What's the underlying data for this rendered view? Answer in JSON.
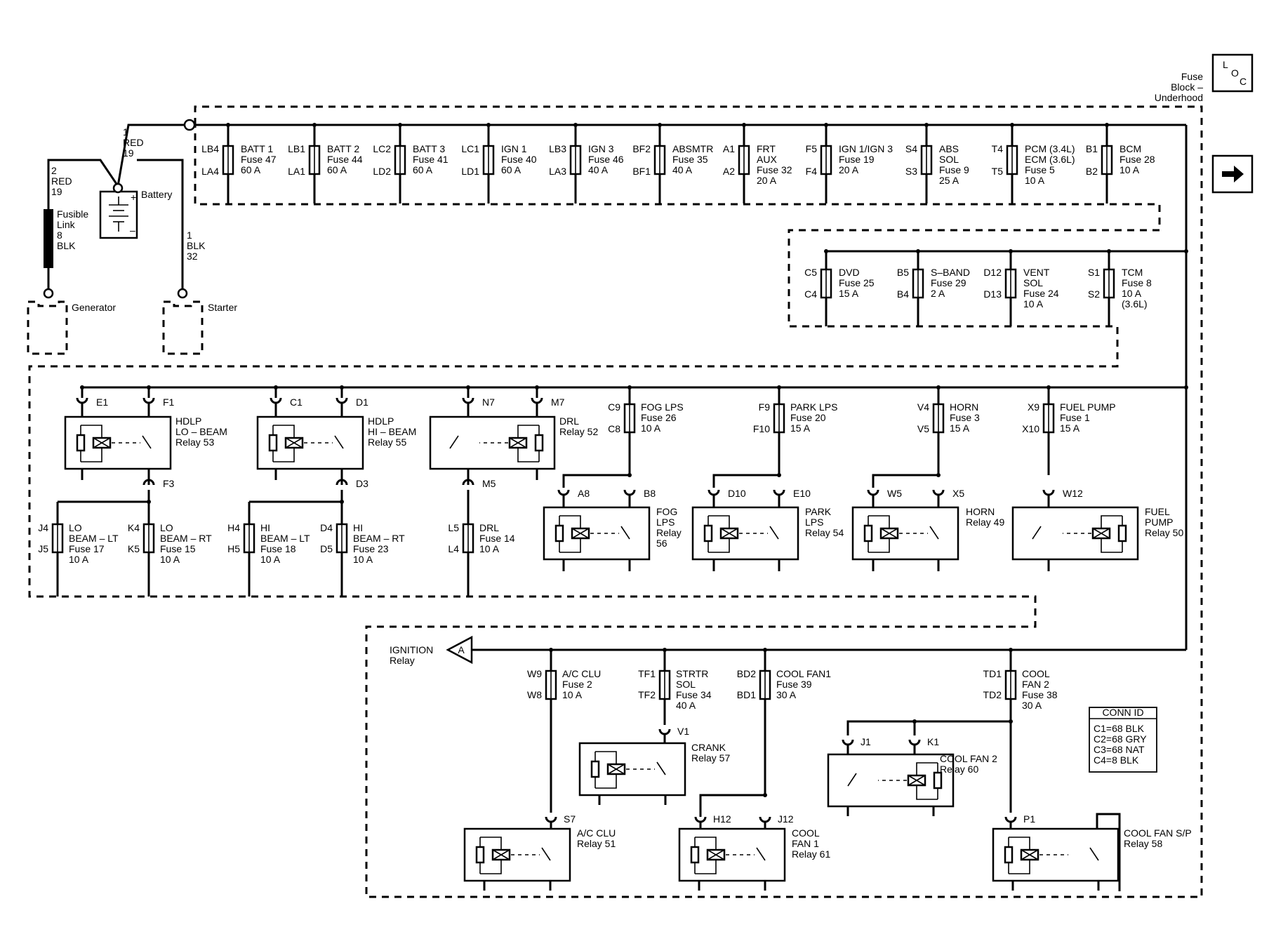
{
  "loc_icon": "location-icon",
  "loc_letters": [
    "L",
    "O",
    "C"
  ],
  "block_title": [
    "Fuse",
    "Block –",
    "Underhood"
  ],
  "arrow_icon": "right-arrow-icon",
  "battery": {
    "label": "Battery",
    "wire1": [
      "1",
      "RED",
      "19"
    ],
    "wire2": [
      "2",
      "RED",
      "19"
    ],
    "fusible": [
      "Fusible",
      "Link",
      "8",
      "BLK"
    ],
    "wire3": [
      "1",
      "BLK",
      "32"
    ]
  },
  "generator": "Generator",
  "starter": "Starter",
  "top_fuses": [
    {
      "pin_top": "LB4",
      "pin_bot": "LA4",
      "label": [
        "BATT 1",
        "Fuse 47",
        "60 A"
      ]
    },
    {
      "pin_top": "LB1",
      "pin_bot": "LA1",
      "label": [
        "BATT 2",
        "Fuse 44",
        "60 A"
      ]
    },
    {
      "pin_top": "LC2",
      "pin_bot": "LD2",
      "label": [
        "BATT 3",
        "Fuse 41",
        "60 A"
      ]
    },
    {
      "pin_top": "LC1",
      "pin_bot": "LD1",
      "label": [
        "IGN 1",
        "Fuse 40",
        "60 A"
      ]
    },
    {
      "pin_top": "LB3",
      "pin_bot": "LA3",
      "label": [
        "IGN 3",
        "Fuse 46",
        "40 A"
      ]
    },
    {
      "pin_top": "BF2",
      "pin_bot": "BF1",
      "label": [
        "ABSMTR",
        "Fuse 35",
        "40 A"
      ]
    },
    {
      "pin_top": "A1",
      "pin_bot": "A2",
      "label": [
        "FRT",
        "AUX",
        "Fuse 32",
        "20 A"
      ]
    },
    {
      "pin_top": "F5",
      "pin_bot": "F4",
      "label": [
        "IGN 1/IGN 3",
        "Fuse 19",
        "20 A"
      ]
    },
    {
      "pin_top": "S4",
      "pin_bot": "S3",
      "label": [
        "ABS",
        "SOL",
        "Fuse 9",
        "25 A"
      ]
    },
    {
      "pin_top": "T4",
      "pin_bot": "T5",
      "label": [
        "PCM (3.4L)",
        "ECM (3.6L)",
        "Fuse 5",
        "10 A"
      ]
    },
    {
      "pin_top": "B1",
      "pin_bot": "B2",
      "label": [
        "BCM",
        "Fuse 28",
        "10 A"
      ]
    }
  ],
  "mid_fuses": [
    {
      "pin_top": "C5",
      "pin_bot": "C4",
      "label": [
        "DVD",
        "Fuse 25",
        "15 A"
      ]
    },
    {
      "pin_top": "B5",
      "pin_bot": "B4",
      "label": [
        "S–BAND",
        "Fuse 29",
        "2 A"
      ]
    },
    {
      "pin_top": "D12",
      "pin_bot": "D13",
      "label": [
        "VENT",
        "SOL",
        "Fuse 24",
        "10 A"
      ]
    },
    {
      "pin_top": "S1",
      "pin_bot": "S2",
      "label": [
        "TCM",
        "Fuse 8",
        "10 A",
        "(3.6L)"
      ]
    }
  ],
  "r3_relays": [
    {
      "pins": [
        "E1",
        "F1",
        "F3"
      ],
      "label": [
        "HDLP",
        "LO – BEAM",
        "Relay 53"
      ]
    },
    {
      "pins": [
        "C1",
        "D1",
        "D3"
      ],
      "label": [
        "HDLP",
        "HI – BEAM",
        "Relay 55"
      ]
    },
    {
      "pins": [
        "N7",
        "M7",
        "M5"
      ],
      "label": [
        "DRL",
        "Relay 52"
      ]
    }
  ],
  "r3_fuses_top": [
    {
      "pin_top": "C9",
      "pin_bot": "C8",
      "label": [
        "FOG LPS",
        "Fuse 26",
        "10 A"
      ]
    },
    {
      "pin_top": "F9",
      "pin_bot": "F10",
      "label": [
        "PARK LPS",
        "Fuse 20",
        "15 A"
      ]
    },
    {
      "pin_top": "V4",
      "pin_bot": "V5",
      "label": [
        "HORN",
        "Fuse 3",
        "15 A"
      ]
    },
    {
      "pin_top": "X9",
      "pin_bot": "X10",
      "label": [
        "FUEL PUMP",
        "Fuse 1",
        "15 A"
      ]
    }
  ],
  "r3_fuses_bottom": [
    {
      "pin_top": "J4",
      "pin_bot": "J5",
      "label": [
        "LO",
        "BEAM – LT",
        "Fuse 17",
        "10 A"
      ]
    },
    {
      "pin_top": "K4",
      "pin_bot": "K5",
      "label": [
        "LO",
        "BEAM – RT",
        "Fuse 15",
        "10 A"
      ]
    },
    {
      "pin_top": "H4",
      "pin_bot": "H5",
      "label": [
        "HI",
        "BEAM – LT",
        "Fuse 18",
        "10 A"
      ]
    },
    {
      "pin_top": "D4",
      "pin_bot": "D5",
      "label": [
        "HI",
        "BEAM – RT",
        "Fuse 23",
        "10 A"
      ]
    },
    {
      "pin_top": "L5",
      "pin_bot": "L4",
      "label": [
        "DRL",
        "Fuse 14",
        "10 A"
      ]
    }
  ],
  "r3_relays_lower": [
    {
      "pins": [
        "A8",
        "B8"
      ],
      "label": [
        "FOG",
        "LPS",
        "Relay",
        "56"
      ]
    },
    {
      "pins": [
        "D10",
        "E10"
      ],
      "label": [
        "PARK",
        "LPS",
        "Relay 54"
      ]
    },
    {
      "pins": [
        "W5",
        "X5"
      ],
      "label": [
        "HORN",
        "Relay 49"
      ]
    },
    {
      "pins": [
        "W12"
      ],
      "label": [
        "FUEL",
        "PUMP",
        "Relay 50"
      ]
    }
  ],
  "ignition_relay": {
    "letter": "A",
    "label": [
      "IGNITION",
      "Relay"
    ]
  },
  "r4_fuses": [
    {
      "pin_top": "W9",
      "pin_bot": "W8",
      "label": [
        "A/C CLU",
        "Fuse 2",
        "10 A"
      ]
    },
    {
      "pin_top": "TF1",
      "pin_bot": "TF2",
      "label": [
        "STRTR",
        "SOL",
        "Fuse 34",
        "40 A"
      ]
    },
    {
      "pin_top": "BD2",
      "pin_bot": "BD1",
      "label": [
        "COOL FAN1",
        "Fuse 39",
        "30 A"
      ]
    },
    {
      "pin_top": "TD1",
      "pin_bot": "TD2",
      "label": [
        "COOL",
        "FAN 2",
        "Fuse 38",
        "30 A"
      ]
    }
  ],
  "r4_relays": [
    {
      "pins": [
        "V1"
      ],
      "label": [
        "CRANK",
        "Relay 57"
      ]
    },
    {
      "pins": [
        "J1",
        "K1"
      ],
      "label": [
        "COOL FAN 2",
        "Relay 60"
      ]
    },
    {
      "pins": [
        "S7"
      ],
      "label": [
        "A/C CLU",
        "Relay 51"
      ]
    },
    {
      "pins": [
        "H12",
        "J12"
      ],
      "label": [
        "COOL",
        "FAN 1",
        "Relay 61"
      ]
    },
    {
      "pins": [
        "P1"
      ],
      "label": [
        "COOL FAN S/P",
        "Relay 58"
      ]
    }
  ],
  "conn_id": {
    "title": "CONN ID",
    "rows": [
      "C1=68 BLK",
      "C2=68 GRY",
      "C3=68 NAT",
      "C4=8 BLK"
    ]
  }
}
